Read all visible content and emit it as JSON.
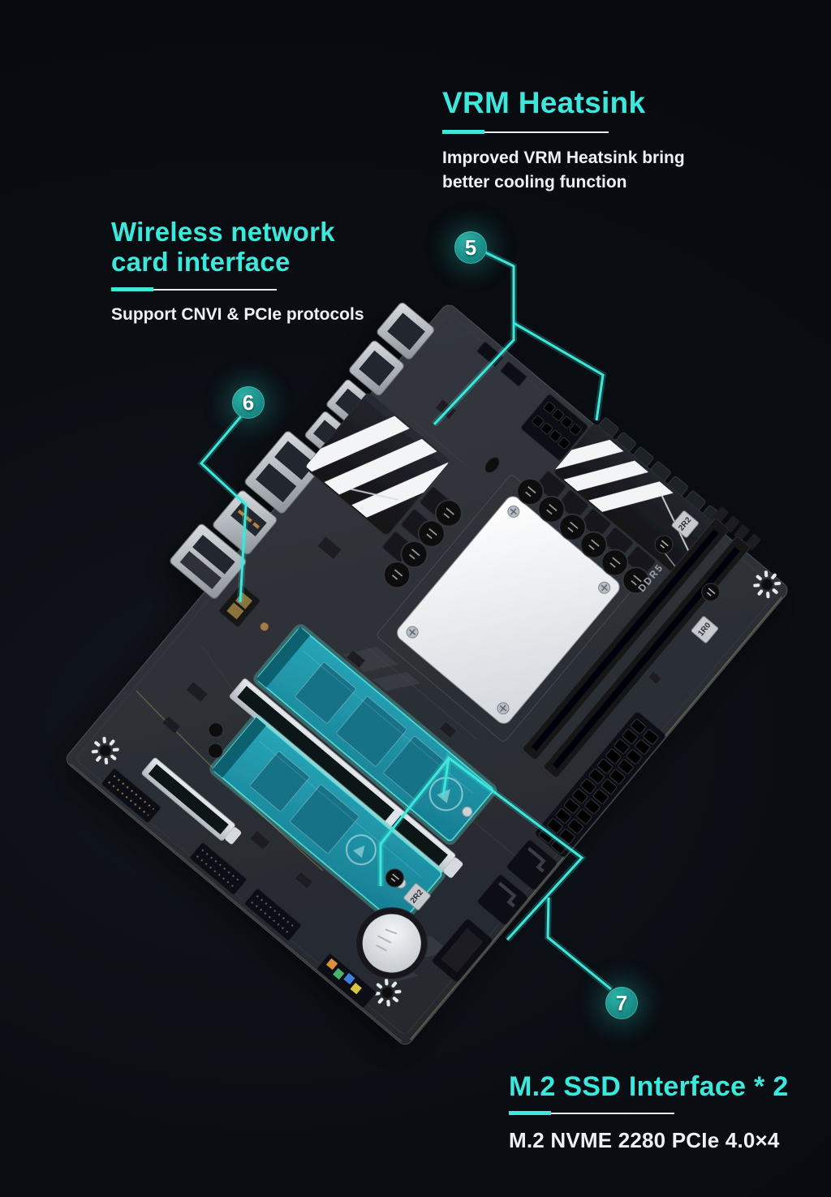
{
  "image": {
    "kind": "motherboard-feature-callout-graphic"
  },
  "colors": {
    "background": "#0a0d12",
    "accent_cyan": "#3ce8dc",
    "body_text": "#eef1f4",
    "pcb": "#2e3138",
    "heatsink": "#1b1d23",
    "m2_overlay_teal": "#1f97aa",
    "badge_fill": "#1a8f88"
  },
  "callouts": {
    "vrm": {
      "badge": "5",
      "title": "VRM Heatsink",
      "desc_line1": "Improved VRM Heatsink bring",
      "desc_line2": "better cooling function"
    },
    "wireless": {
      "badge": "6",
      "title_line1": "Wireless network",
      "title_line2": "card interface",
      "desc": "Support CNVI & PCIe protocols"
    },
    "m2": {
      "badge": "7",
      "title": "M.2 SSD Interface * 2",
      "desc": "M.2 NVME 2280  PCIe 4.0×4"
    }
  },
  "board": {
    "labels": {
      "ddr5": "DDR5",
      "inductor_2r2_a": "2R2",
      "inductor_2r2_b": "2R2",
      "inductor_1r0": "1R0"
    }
  }
}
